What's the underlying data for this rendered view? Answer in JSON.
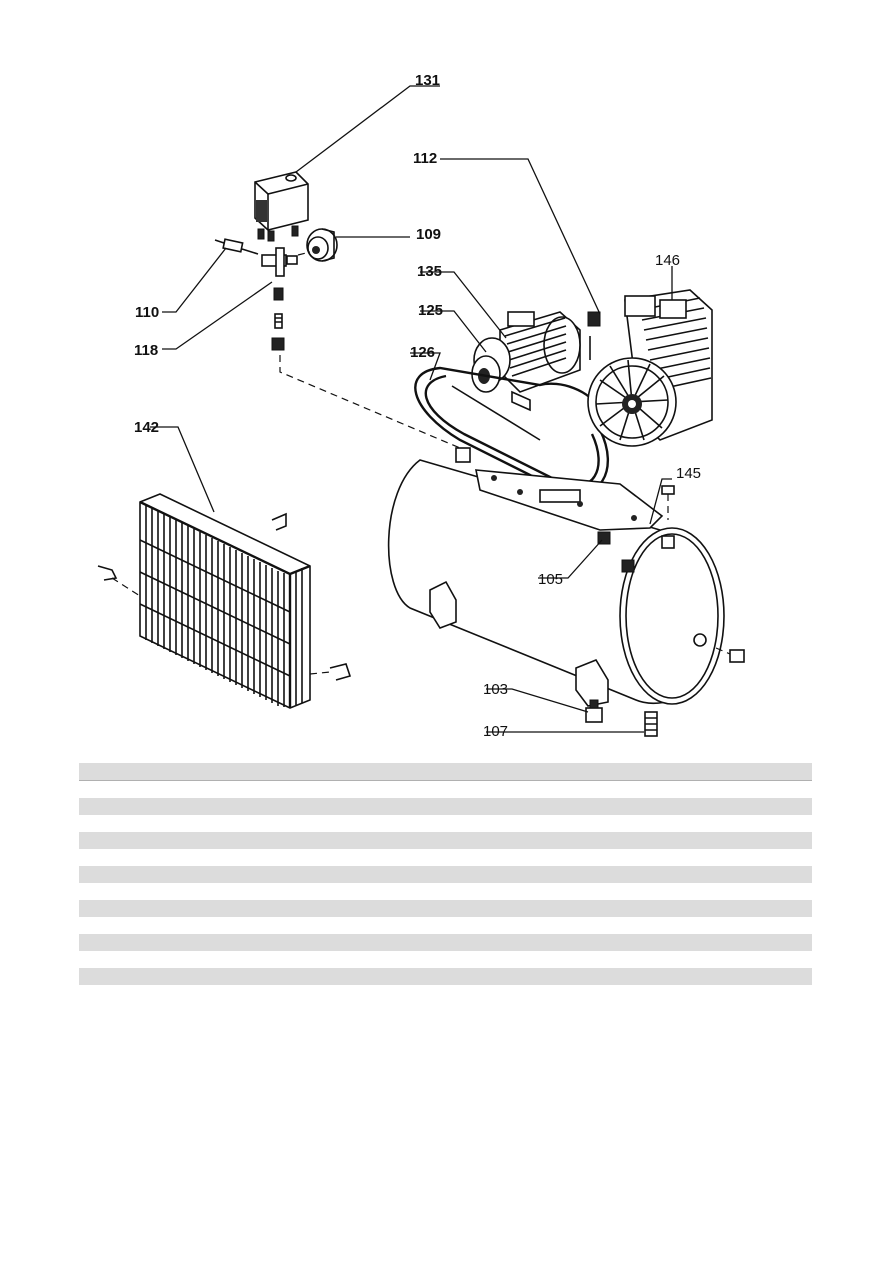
{
  "diagram": {
    "callouts": {
      "c131": "131",
      "c112": "112",
      "c109": "109",
      "c135": "135",
      "c146": "146",
      "c125": "125",
      "c110": "110",
      "c126": "126",
      "c118": "118",
      "c142": "142",
      "c145": "145",
      "c105": "105",
      "c103": "103",
      "c107": "107"
    }
  },
  "table": {
    "rows": [
      {
        "shade": "header"
      },
      {
        "shade": "blank"
      },
      {
        "shade": "shaded"
      },
      {
        "shade": "blank"
      },
      {
        "shade": "shaded"
      },
      {
        "shade": "blank"
      },
      {
        "shade": "shaded"
      },
      {
        "shade": "blank"
      },
      {
        "shade": "shaded"
      },
      {
        "shade": "blank"
      },
      {
        "shade": "shaded"
      },
      {
        "shade": "blank"
      },
      {
        "shade": "shaded"
      }
    ],
    "colors": {
      "shade": "#dcdcdc",
      "background": "#ffffff"
    }
  }
}
